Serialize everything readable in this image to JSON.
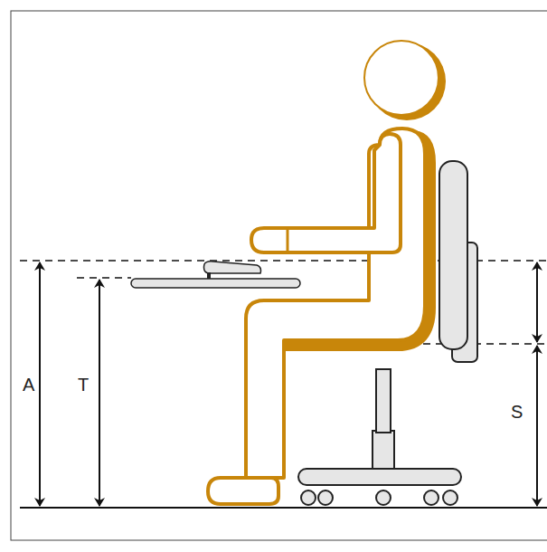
{
  "diagram": {
    "labels": [
      "A",
      "T",
      "S"
    ]
  }
}
